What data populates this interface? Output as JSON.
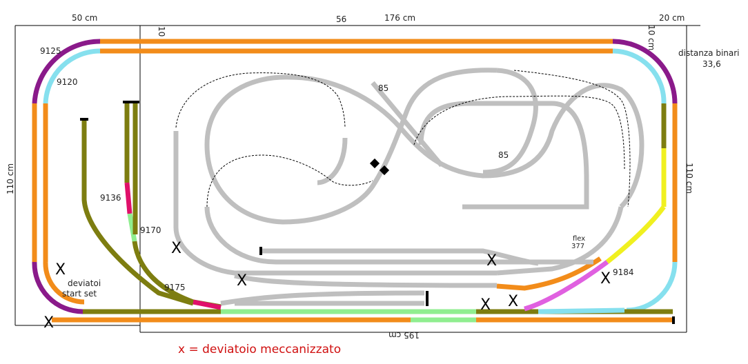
{
  "dimensions": {
    "top_left": "50 cm",
    "top_mid_a": "56",
    "top_mid_b": "176 cm",
    "top_right": "20 cm",
    "inner_left": "10",
    "inner_right": "10 cm",
    "left": "110 cm",
    "right": "110 cm",
    "bottom": "195 cm"
  },
  "track_codes": {
    "c9125": "9125",
    "c9120": "9120",
    "c9136": "9136",
    "c9170": "9170",
    "c9175": "9175",
    "c9184": "9184",
    "c85a": "85",
    "c85b": "85",
    "flex": "flex",
    "c377": "377"
  },
  "notes": {
    "distanza_1": "distanza binari",
    "distanza_2": "33,6",
    "start_1": "deviatoi",
    "start_2": "start set"
  },
  "marks": {
    "x": "X"
  },
  "legend": {
    "text": "x = deviatoio meccanizzato"
  },
  "colors": {
    "orange": "#f28c1a",
    "purple": "#8a1a8a",
    "cyan": "#86e0ee",
    "olive": "#7d7d10",
    "gray": "#bfbfbf",
    "green": "#90ee90",
    "pink": "#e060e0",
    "magenta": "#e0106a",
    "yellow": "#f0f020",
    "red_legend": "#d01010"
  }
}
